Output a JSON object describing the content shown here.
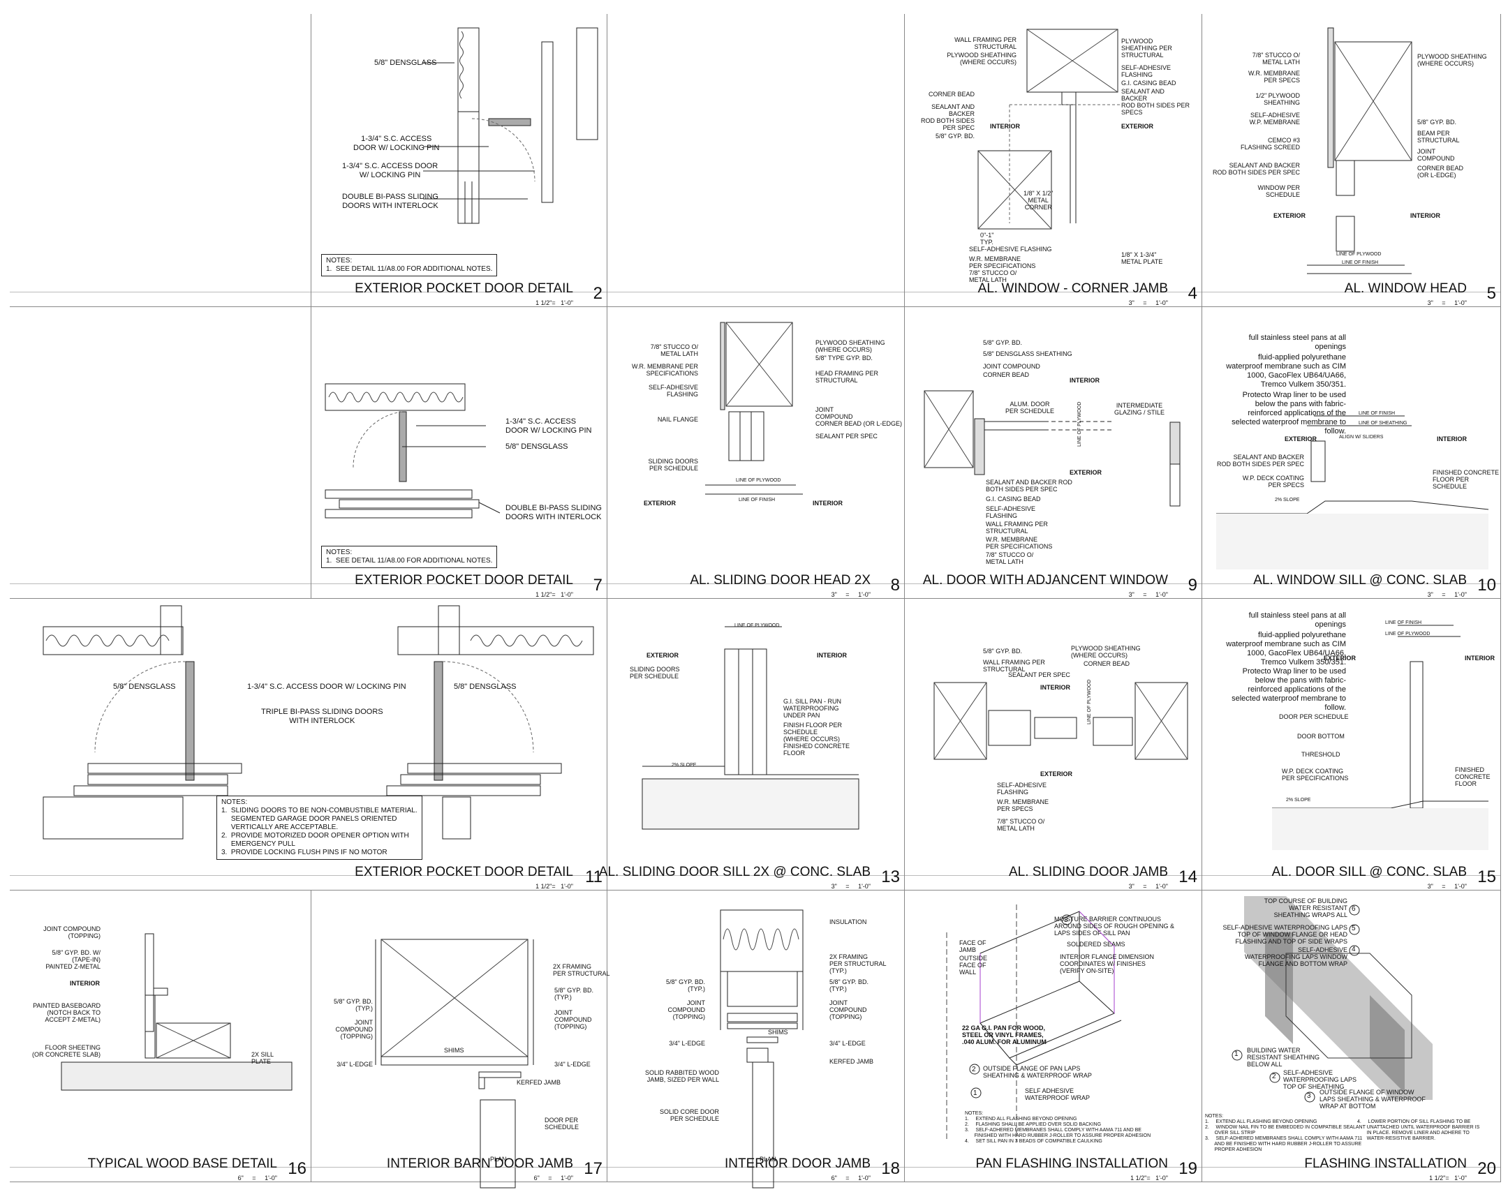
{
  "details": [
    {
      "id": "d1",
      "title": "",
      "number": "",
      "scale": ""
    },
    {
      "id": "d2",
      "title": "EXTERIOR POCKET DOOR DETAIL",
      "number": "2",
      "scale": "1 1/2\"=   1'-0\""
    },
    {
      "id": "d3",
      "title": "",
      "number": "",
      "scale": ""
    },
    {
      "id": "d4",
      "title": "AL. WINDOW - CORNER JAMB",
      "number": "4",
      "scale": "3\"     =     1'-0\""
    },
    {
      "id": "d5",
      "title": "AL. WINDOW HEAD",
      "number": "5",
      "scale": "3\"     =     1'-0\""
    },
    {
      "id": "d6",
      "title": "",
      "number": "",
      "scale": ""
    },
    {
      "id": "d7",
      "title": "EXTERIOR POCKET DOOR DETAIL",
      "number": "7",
      "scale": "1 1/2\"=   1'-0\""
    },
    {
      "id": "d8",
      "title": "AL. SLIDING DOOR HEAD 2X",
      "number": "8",
      "scale": "3\"     =     1'-0\""
    },
    {
      "id": "d9",
      "title": "AL. DOOR WITH ADJANCENT WINDOW",
      "number": "9",
      "scale": "3\"     =     1'-0\""
    },
    {
      "id": "d10",
      "title": "AL. WINDOW SILL @ CONC. SLAB",
      "number": "10",
      "scale": "3\"     =     1'-0\""
    },
    {
      "id": "d11",
      "title": "EXTERIOR POCKET DOOR DETAIL",
      "number": "11",
      "scale": "1 1/2\"=   1'-0\""
    },
    {
      "id": "d13",
      "title": "AL. SLIDING DOOR SILL 2X @ CONC. SLAB",
      "number": "13",
      "scale": "3\"     =     1'-0\""
    },
    {
      "id": "d14",
      "title": "AL. SLIDING DOOR JAMB",
      "number": "14",
      "scale": "3\"     =     1'-0\""
    },
    {
      "id": "d15",
      "title": "AL. DOOR SILL @ CONC. SLAB",
      "number": "15",
      "scale": "3\"     =     1'-0\""
    },
    {
      "id": "d16",
      "title": "TYPICAL WOOD BASE DETAIL",
      "number": "16",
      "scale": "6\"     =     1'-0\""
    },
    {
      "id": "d17",
      "title": "INTERIOR BARN DOOR JAMB",
      "number": "17",
      "scale": "6\"     =     1'-0\""
    },
    {
      "id": "d18",
      "title": "INTERIOR DOOR JAMB",
      "number": "18",
      "scale": "6\"     =     1'-0\""
    },
    {
      "id": "d19",
      "title": "PAN FLASHING INSTALLATION",
      "number": "19",
      "scale": "1 1/2\"=   1'-0\""
    },
    {
      "id": "d20",
      "title": "FLASHING INSTALLATION",
      "number": "20",
      "scale": "1 1/2\"=   1'-0\""
    }
  ],
  "labels": {
    "d2": {
      "densglass": "5/8\" DENSGLASS",
      "access_door_1": "1-3/4\" S.C. ACCESS\nDOOR W/ LOCKING PIN",
      "access_door_2": "1-3/4\" S.C. ACCESS DOOR\nW/ LOCKING PIN",
      "bipass": "DOUBLE BI-PASS SLIDING\nDOORS WITH INTERLOCK",
      "notes": "NOTES:\n1.  SEE DETAIL 11/A8.00 FOR ADDITIONAL NOTES."
    },
    "d4": {
      "wall_framing": "WALL FRAMING PER\nSTRUCTURAL",
      "plywood_where": "PLYWOOD SHEATHING\n(WHERE OCCURS)",
      "plywood_per": "PLYWOOD\nSHEATHING PER\nSTRUCTURAL",
      "self_adh": "SELF-ADHESIVE\nFLASHING",
      "gi_casing": "G.I. CASING BEAD",
      "sealant_r": "SEALANT AND\nBACKER\nROD BOTH SIDES PER\nSPECS",
      "corner_bead": "CORNER BEAD",
      "sealant_l": "SEALANT AND\nBACKER\nROD BOTH SIDES\nPER SPEC",
      "gyp": "5/8\" GYP. BD.",
      "interior": "INTERIOR",
      "exterior": "EXTERIOR",
      "metal_corner": "1/8\" X 1/2\"\nMETAL\nCORNER",
      "typ": "0\"-1\"\nTYP.",
      "self_adh2": "SELF-ADHESIVE FLASHING",
      "wr": "W.R. MEMBRANE\nPER SPECIFICATIONS",
      "stucco": "7/8\" STUCCO O/\nMETAL LATH",
      "metal_plate": "1/8\" X 1-3/4\"\nMETAL PLATE"
    },
    "d5": {
      "stucco": "7/8\" STUCCO O/\nMETAL LATH",
      "wr": "W.R. MEMBRANE\nPER SPECS",
      "plywood_half": "1/2\" PLYWOOD\nSHEATHING",
      "self_adh": "SELF-ADHESIVE\nW.P. MEMBRANE",
      "cemco": "CEMCO #3\nFLASHING SCREED",
      "sealant": "SEALANT AND BACKER\nROD BOTH SIDES PER SPEC",
      "window": "WINDOW PER\nSCHEDULE",
      "exterior": "EXTERIOR",
      "interior": "INTERIOR",
      "plywood_where": "PLYWOOD SHEATHING\n(WHERE OCCURS)",
      "gyp": "5/8\" GYP. BD.",
      "beam": "BEAM PER\nSTRUCTURAL",
      "joint": "JOINT\nCOMPOUND",
      "corner_bead": "CORNER BEAD\n(OR L-EDGE)",
      "line_plywood": "LINE OF PLYWOOD",
      "line_finish": "LINE OF FINISH"
    },
    "d7": {
      "access": "1-3/4\" S.C. ACCESS\nDOOR W/ LOCKING PIN",
      "densglass": "5/8\" DENSGLASS",
      "bipass": "DOUBLE BI-PASS SLIDING\nDOORS WITH INTERLOCK",
      "notes": "NOTES:\n1.  SEE DETAIL 11/A8.00 FOR ADDITIONAL NOTES."
    },
    "d8": {
      "stucco": "7/8\" STUCCO O/\nMETAL LATH",
      "wr": "W.R. MEMBRANE PER\nSPECIFICATIONS",
      "self_adh": "SELF-ADHESIVE\nFLASHING",
      "nail": "NAIL FLANGE",
      "sliding": "SLIDING DOORS\nPER SCHEDULE",
      "exterior": "EXTERIOR",
      "interior": "INTERIOR",
      "plywood": "PLYWOOD SHEATHING\n(WHERE OCCURS)",
      "gyp": "5/8\" TYPE GYP. BD.",
      "head": "HEAD FRAMING PER\nSTRUCTURAL",
      "joint": "JOINT\nCOMPOUND",
      "corner": "CORNER BEAD (OR L-EDGE)",
      "sealant": "SEALANT PER SPEC",
      "line_plywood": "LINE OF PLYWOOD",
      "line_finish": "LINE OF FINISH"
    },
    "d9": {
      "gyp": "5/8\" GYP. BD.",
      "densglass": "5/8\" DENSGLASS SHEATHING",
      "joint": "JOINT COMPOUND",
      "corner": "CORNER BEAD",
      "interior": "INTERIOR",
      "alum": "ALUM. DOOR\nPER SCHEDULE",
      "intermediate": "INTERMEDIATE\nGLAZING / STILE",
      "line_plywood": "LINE OF PLYWOOD",
      "exterior": "EXTERIOR",
      "sealant": "SEALANT AND BACKER ROD\nBOTH SIDES PER SPEC",
      "gi": "G.I. CASING BEAD",
      "self_adh": "SELF-ADHESIVE\nFLASHING",
      "wall": "WALL FRAMING PER\nSTRUCTURAL",
      "wr": "W.R. MEMBRANE\nPER SPECIFICATIONS",
      "stucco": "7/8\" STUCCO O/\nMETAL LATH"
    },
    "d10": {
      "note1": "full stainless steel pans at all\nopenings",
      "note2": "fluid-applied polyurethane\nwaterproof membrane such as CIM\n1000, GacoFlex UB64/UA66,\nTremco Vulkem 350/351.",
      "note3": "Protecto Wrap liner to be used\nbelow the pans with fabric-\nreinforced applications of the\nselected waterproof membrane to\nfollow.",
      "line_finish": "LINE OF FINISH",
      "line_sheathing": "LINE OF SHEATHING",
      "exterior": "EXTERIOR",
      "align": "ALIGN W/ SLIDERS",
      "interior": "INTERIOR",
      "sealant": "SEALANT AND BACKER\nROD BOTH SIDES PER SPEC",
      "deck": "W.P. DECK COATING\nPER SPECS",
      "slope": "2% SLOPE",
      "finished": "FINISHED CONCRETE\nFLOOR PER\nSCHEDULE"
    },
    "d11": {
      "densglass_l": "5/8\" DENSGLASS",
      "access": "1-3/4\" S.C. ACCESS DOOR W/ LOCKING PIN",
      "densglass_r": "5/8\" DENSGLASS",
      "triple": "TRIPLE BI-PASS SLIDING DOORS\nWITH INTERLOCK",
      "notes": "NOTES:\n1.  SLIDING DOORS TO BE NON-COMBUSTIBLE MATERIAL.\n     SEGMENTED GARAGE DOOR PANELS ORIENTED\n     VERTICALLY ARE ACCEPTABLE.\n2.  PROVIDE MOTORIZED DOOR OPENER OPTION WITH\n     EMERGENCY PULL\n3.  PROVIDE LOCKING FLUSH PINS IF NO MOTOR"
    },
    "d13": {
      "line_plywood": "LINE OF PLYWOOD",
      "exterior": "EXTERIOR",
      "interior": "INTERIOR",
      "sliding": "SLIDING DOORS\nPER SCHEDULE",
      "gi": "G.I. SILL PAN - RUN\nWATERPROOFING\nUNDER PAN",
      "finish": "FINISH FLOOR PER\nSCHEDULE\n(WHERE OCCURS)",
      "finished": "FINISHED CONCRETE\nFLOOR",
      "slope": "2% SLOPE"
    },
    "d14": {
      "gyp": "5/8\" GYP. BD.",
      "wall": "WALL FRAMING PER\nSTRUCTURAL",
      "plywood": "PLYWOOD SHEATHING\n(WHERE OCCURS)",
      "corner": "CORNER BEAD",
      "sealant": "SEALANT PER SPEC",
      "interior": "INTERIOR",
      "line_plywood": "LINE OF PLYWOOD",
      "exterior": "EXTERIOR",
      "self_adh": "SELF-ADHESIVE\nFLASHING",
      "wr": "W.R. MEMBRANE\nPER SPECS",
      "stucco": "7/8\" STUCCO O/\nMETAL LATH"
    },
    "d15": {
      "note1": "full stainless steel pans at all\nopenings",
      "note2": "fluid-applied polyurethane\nwaterproof membrane such as CIM\n1000, GacoFlex UB64/UA66,\nTremco Vulkem 350/351.",
      "note3": "Protecto Wrap liner to be used\nbelow the pans with fabric-\nreinforced applications of the\nselected waterproof membrane to\nfollow.",
      "line_finish": "LINE OF FINISH",
      "line_plywood": "LINE OF PLYWOOD",
      "exterior": "EXTERIOR",
      "interior": "INTERIOR",
      "door": "DOOR PER SCHEDULE",
      "bottom": "DOOR BOTTOM",
      "threshold": "THRESHOLD",
      "deck": "W.P. DECK COATING\nPER SPECIFICATIONS",
      "slope": "2% SLOPE",
      "finished": "FINISHED\nCONCRETE\nFLOOR"
    },
    "d16": {
      "joint": "JOINT COMPOUND\n(TOPPING)",
      "gyp": "5/8\" GYP. BD. W/\n(TAPE-IN)\nPAINTED Z-METAL",
      "interior": "INTERIOR",
      "baseboard": "PAINTED BASEBOARD\n(NOTCH BACK TO\nACCEPT Z-METAL)",
      "floor": "FLOOR SHEETING\n(OR CONCRETE SLAB)",
      "sill": "2X SILL\nPLATE"
    },
    "d17": {
      "framing": "2X FRAMING\nPER STRUCTURAL",
      "gyp_l": "5/8\" GYP. BD.\n(TYP.)",
      "joint_l": "JOINT\nCOMPOUND\n(TOPPING)",
      "gyp_r": "5/8\" GYP. BD.\n(TYP.)",
      "joint_r": "JOINT\nCOMPOUND\n(TOPPING)",
      "shims": "SHIMS",
      "ledge_l": "3/4\" L-EDGE",
      "ledge_r": "3/4\" L-EDGE",
      "kerfed": "KERFED JAMB",
      "door": "DOOR PER\nSCHEDULE",
      "plan": "PLAN"
    },
    "d18": {
      "insulation": "INSULATION",
      "framing": "2X FRAMING\nPER STRUCTURAL\n(TYP.)",
      "gyp_l": "5/8\" GYP. BD.\n(TYP.)",
      "joint_l": "JOINT\nCOMPOUND\n(TOPPING)",
      "gyp_r": "5/8\" GYP. BD.\n(TYP.)",
      "joint_r": "JOINT\nCOMPOUND\n(TOPPING)",
      "shims": "SHIMS",
      "ledge_l": "3/4\" L-EDGE",
      "ledge_r": "3/4\" L-EDGE",
      "kerfed": "KERFED JAMB",
      "rabbited": "SOLID RABBITED WOOD\nJAMB, SIZED PER WALL",
      "solid": "SOLID CORE DOOR\nPER SCHEDULE",
      "plan": "PLAN"
    },
    "d19": {
      "face_jamb": "FACE OF\nJAMB",
      "outside": "OUTSIDE\nFACE OF\nWALL",
      "moisture": "MOISTURE BARRIER CONTINUOUS\nAROUND SIDES OF ROUGH OPENING &\nLAPS SIDES OF SILL PAN",
      "soldered": "SOLDERED SEAMS",
      "interior_flange": "INTERIOR FLANGE DIMENSION\nCOORDINATES W/ FINISHES\n(VERIFY ON-SITE)",
      "pan": "22 GA G.I. PAN FOR WOOD,\nSTEEL OR VINYL FRAMES,\n.040 ALUM. FOR ALUMINUM",
      "outside_flange": "OUTSIDE FLANGE OF PAN LAPS\nSHEATHING & WATERPROOF WRAP",
      "self_adh": "SELF ADHESIVE\nWATERPROOF WRAP",
      "c1": "1",
      "c2": "2",
      "c3": "3",
      "notes": "NOTES:\n1.     EXTEND ALL FLASHING BEYOND OPENING\n2.     FLASHING SHALL BE APPLIED OVER SOLID BACKING\n3.     SELF-ADHERED MEMBRANES SHALL COMPLY WITH AAMA 711 AND BE\n       FINISHED WITH HARD RUBBER J-ROLLER TO ASSURE PROPER ADHESION\n4.     SET SILL PAN IN 3 BEADS OF COMPATIBLE CAULKING"
    },
    "d20": {
      "top": "TOP COURSE OF BUILDING\nWATER RESISTANT\nSHEATHING WRAPS ALL",
      "self5": "SELF-ADHESIVE WATERPROOFING LAPS\nTOP OF WINDOW FLANGE OR HEAD\nFLASHING AND TOP OF SIDE WRAPS",
      "self4": "SELF-ADHESIVE\nWATERPROOFING LAPS WINDOW\nFLANGE AND BOTTOM WRAP",
      "building": "BUILDING WATER\nRESISTANT SHEATHING\nBELOW ALL",
      "self2": "SELF-ADHESIVE\nWATERPROOFING LAPS\nTOP OF SHEATHING",
      "outside": "OUTSIDE FLANGE OF WINDOW\nLAPS SHEATHING & WATERPROOF\nWRAP AT BOTTOM",
      "c1": "1",
      "c2": "2",
      "c3": "3",
      "c4": "4",
      "c5": "5",
      "c6": "6",
      "notes_l": "NOTES:\n1.     EXTEND ALL FLASHING BEYOND OPENING\n2.     WINDOW NAIL FIN TO BE EMBEDDED IN COMPATIBLE SEALANT\n       OVER SILL STRIP\n3.     SELF-ADHERED MEMBRANES SHALL COMPLY WITH AAMA 711\n       AND BE FINISHED WITH HARD RUBBER J-ROLLER TO ASSURE\n       PROPER ADHESION",
      "notes_r": "4.     LOWER PORTION OF SILL FLASHING TO BE\n       UNATTACHED UNTIL WATERPROOF BARRIER IS\n       IN PLACE. REMOVE LINER AND ADHERE TO\n       WATER-RESISTIVE BARRIER."
    }
  }
}
